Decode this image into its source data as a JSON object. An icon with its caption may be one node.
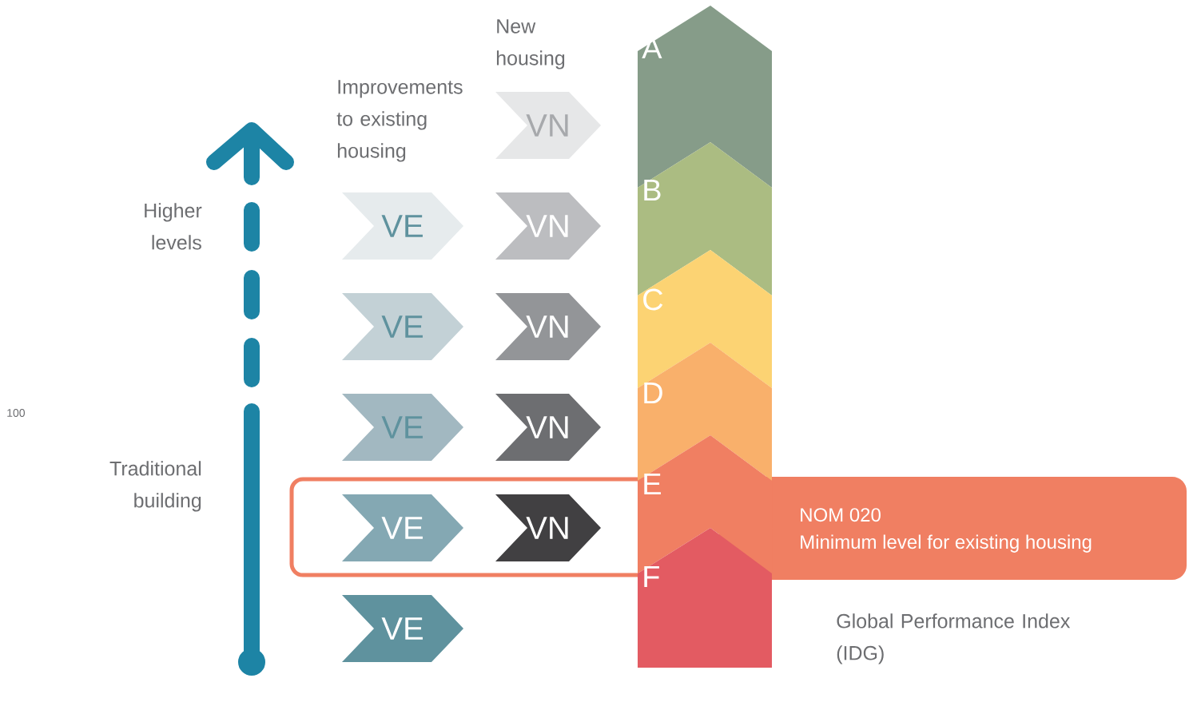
{
  "diagram": {
    "nodes": [
      {
        "text": [
          "VN"
        ]
      },
      {
        "text": [
          "VE"
        ]
      },
      {
        "text": [
          "VN"
        ]
      },
      {
        "text": [
          "VE"
        ]
      },
      {
        "text": [
          "VN"
        ]
      },
      {
        "text": [
          "VE"
        ]
      },
      {
        "text": [
          "VN"
        ]
      },
      {
        "text": [
          "VE"
        ]
      },
      {
        "text": [
          "VN"
        ]
      },
      {
        "text": [
          "VE"
        ]
      },
      {
        "text": [
          "A"
        ]
      },
      {
        "text": [
          "B"
        ]
      },
      {
        "text": [
          "C"
        ]
      },
      {
        "text": [
          "D"
        ]
      },
      {
        "text": [
          "E"
        ]
      },
      {
        "text": [
          "F"
        ]
      },
      {
        "text": [
          "NOM 020",
          "Minimum level for existing housing"
        ]
      }
    ],
    "edges": [],
    "labels": [
      "New housing",
      "Improvements to existing housing",
      "Higher levels",
      "Traditional building",
      "100",
      "Global Performance Index (IDG)"
    ]
  }
}
